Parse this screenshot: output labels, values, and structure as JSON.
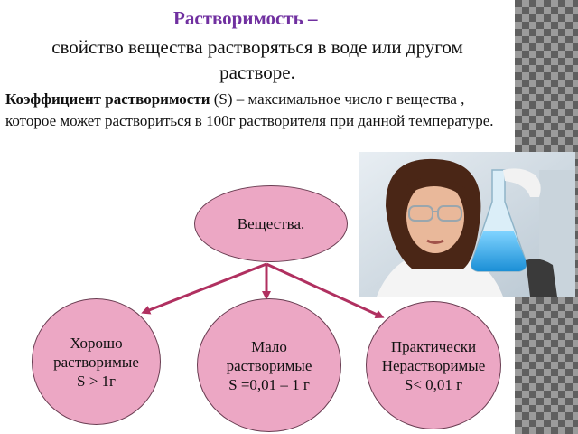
{
  "heading": {
    "title": "Растворимость –",
    "subtitle_line1": "свойство вещества растворяться в воде или другом",
    "subtitle_line2": "растворе."
  },
  "definition": {
    "term": "Коэффициент растворимости",
    "rest": " (S) – максимальное число г вещества , которое может раствориться в 100г растворителя при данной температуре."
  },
  "diagram": {
    "root": "Вещества.",
    "children": [
      {
        "line1": "Хорошо",
        "line2": "растворимые",
        "line3": "S > 1г"
      },
      {
        "line1": "Мало",
        "line2": "растворимые",
        "line3": "S =0,01 – 1 г"
      },
      {
        "line1": "Практически",
        "line2": "Нерастворимые",
        "line3": "S< 0,01 г"
      }
    ]
  },
  "colors": {
    "title": "#7030a0",
    "node_fill": "#eca7c4",
    "arrow": "#b03060"
  },
  "photo": {
    "icon": "scientist-with-flask-photo"
  }
}
